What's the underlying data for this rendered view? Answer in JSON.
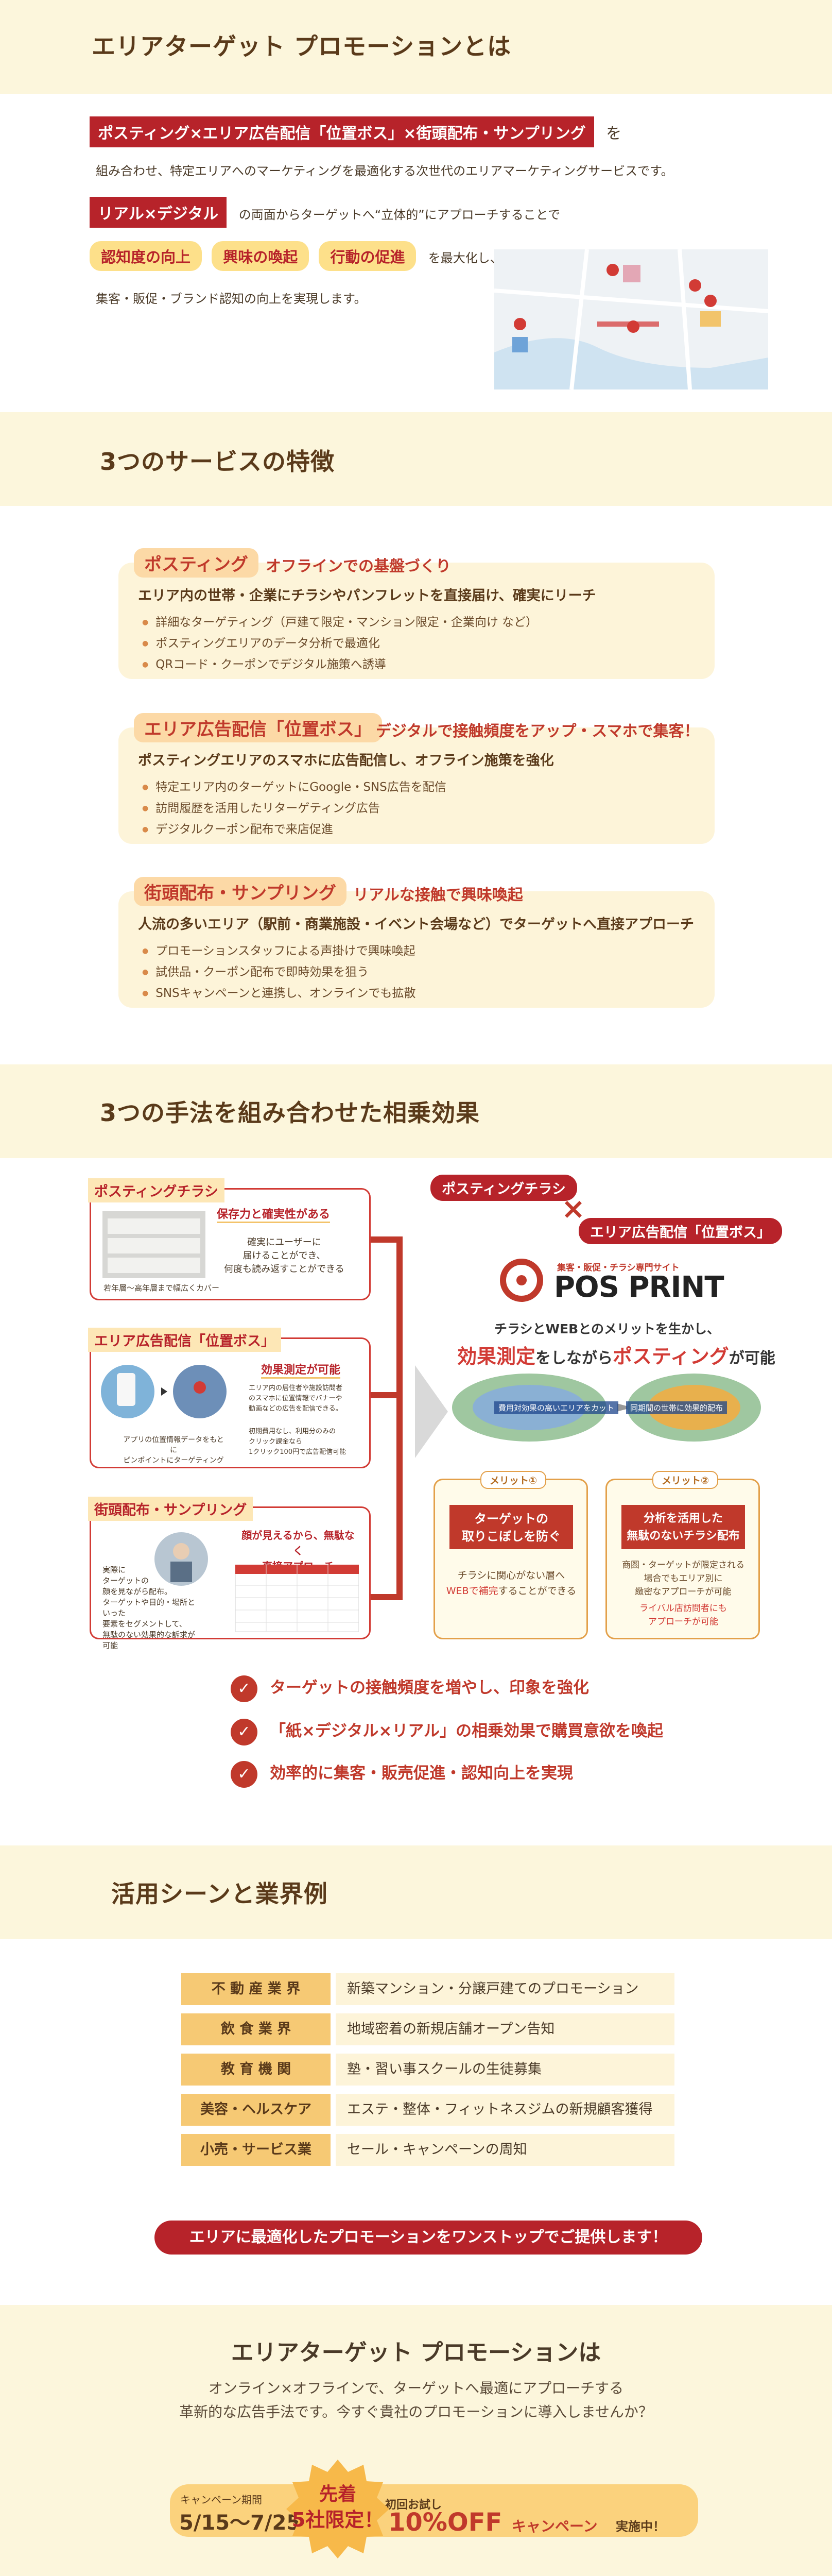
{
  "s1": {
    "title": "エリアターゲット プロモーションとは",
    "tag1": "ポスティング×エリア広告配信「位置ボス」×街頭配布・サンプリング",
    "tag1_after": "を",
    "line1": "組み合わせ、特定エリアへのマーケティングを最適化する次世代のエリアマーケティングサービスです。",
    "tag2": "リアル×デジタル",
    "tag2_after": "の両面からターゲットへ“立体的”にアプローチすることで",
    "pills": [
      "認知度の向上",
      "興味の喚起",
      "行動の促進"
    ],
    "pills_after": "を最大化し、",
    "line3": "集客・販促・ブランド認知の向上を実現します。"
  },
  "s2": {
    "title": "3つのサービスの特徴",
    "features": [
      {
        "label": "ポスティング",
        "sub": "オフラインでの基盤づくり",
        "lead": "エリア内の世帯・企業にチラシやパンフレットを直接届け、確実にリーチ",
        "items": [
          "詳細なターゲティング（戸建て限定・マンション限定・企業向け など）",
          "ポスティングエリアのデータ分析で最適化",
          "QRコード・クーポンでデジタル施策へ誘導"
        ]
      },
      {
        "label": "エリア広告配信「位置ボス」",
        "sub": "デジタルで接触頻度をアップ・スマホで集客！",
        "lead": "ポスティングエリアのスマホに広告配信し、オフライン施策を強化",
        "items": [
          "特定エリア内のターゲットにGoogle・SNS広告を配信",
          "訪問履歴を活用したリターゲティング広告",
          "デジタルクーポン配布で来店促進"
        ]
      },
      {
        "label": "街頭配布・サンプリング",
        "sub": "リアルな接触で興味喚起",
        "lead": "人流の多いエリア（駅前・商業施設・イベント会場など）でターゲットへ直接アプローチ",
        "items": [
          "プロモーションスタッフによる声掛けで興味喚起",
          "試供品・クーポン配布で即時効果を狙う",
          "SNSキャンペーンと連携し、オンラインでも拡散"
        ]
      }
    ]
  },
  "s3": {
    "title": "3つの手法を組み合わせた相乗効果",
    "card1": {
      "title": "ポスティングチラシ",
      "heading": "保存力と確実性がある",
      "body": "確実にユーザーに\n届けることができ、\n何度も読み返すことができる",
      "caption": "若年層～高年層まで幅広くカバー"
    },
    "card2": {
      "title": "エリア広告配信「位置ボス」",
      "heading": "効果測定が可能",
      "body1": "エリア内の居住者や施設訪問者\nのスマホに位置情報でバナーや\n動画などの広告を配信できる。",
      "body2": "初期費用なし、利用分のみの\nクリック課金なら\n1クリック100円で広告配信可能",
      "caption": "アプリの位置情報データをもとに\nピンポイントにターゲティング"
    },
    "card3": {
      "title": "街頭配布・サンプリング",
      "heading": "顔が見えるから、無駄なく\n直接アプローチ",
      "body": "実際に\nターゲットの\n顔を見ながら配布。\nターゲットや目的・場所といった\n要素をセグメントして、\n無駄のない効果的な訴求が可能"
    },
    "right": {
      "tag1": "ポスティングチラシ",
      "cross": "×",
      "tag2": "エリア広告配信「位置ボス」",
      "brand_small": "集客・販促・チラシ専門サイト",
      "brand": "POS PRINT",
      "lead": "チラシとWEBとのメリットを生かし、",
      "big_a": "効果測定",
      "big_b": "をしながら",
      "big_c": "ポスティング",
      "big_d": "が可能",
      "img1": "費用対効果の高いエリアをカット",
      "img2": "同期間の世帯に効果的配布",
      "merits": [
        {
          "tag": "メリット①",
          "head": "ターゲットの\n取りこぼしを防ぐ",
          "body_a": "チラシに関心がない層へ",
          "body_b": "WEBで補完",
          "body_c": "することができる"
        },
        {
          "tag": "メリット②",
          "head": "分析を活用した\n無駄のないチラシ配布",
          "body_a": "商圏・ターゲットが限定される\n場合でもエリア別に\n緻密なアプローチが可能",
          "body_b": "ライバル店訪問者にも\nアプローチが可能",
          "body_c": ""
        }
      ]
    },
    "checks": [
      "ターゲットの接触頻度を増やし、印象を強化",
      "「紙×デジタル×リアル」の相乗効果で購買意欲を喚起",
      "効率的に集客・販売促進・認知向上を実現"
    ]
  },
  "s4": {
    "title": "活用シーンと業界例",
    "rows": [
      {
        "k": "不 動 産 業 界",
        "v": "新築マンション・分譲戸建てのプロモーション"
      },
      {
        "k": "飲 食 業 界",
        "v": "地域密着の新規店舗オープン告知"
      },
      {
        "k": "教 育 機 関",
        "v": "塾・習い事スクールの生徒募集"
      },
      {
        "k": "美容・ヘルスケア",
        "v": "エステ・整体・フィットネスジムの新規顧客獲得"
      },
      {
        "k": "小売・サービス業",
        "v": "セール・キャンペーンの周知"
      }
    ],
    "banner": "エリアに最適化したプロモーションをワンストップでご提供します！"
  },
  "s5": {
    "title": "エリアターゲット プロモーションは",
    "line1": "オンライン×オフラインで、ターゲットへ最適にアプローチする",
    "line2": "革新的な広告手法です。今すぐ貴社のプロモーションに導入しませんか？"
  },
  "campaign": {
    "period_label": "キャンペーン期間",
    "period": "5/15～7/25",
    "badge1": "先着",
    "badge2": "5社限定！",
    "first": "初回お試し",
    "off": "10%OFF",
    "name": "キャンペーン",
    "now": "実施中！"
  },
  "colors": {
    "accent_red": "#b7232a",
    "band_cream": "#fcf6dc",
    "pill_yellow": "#fde08a"
  }
}
